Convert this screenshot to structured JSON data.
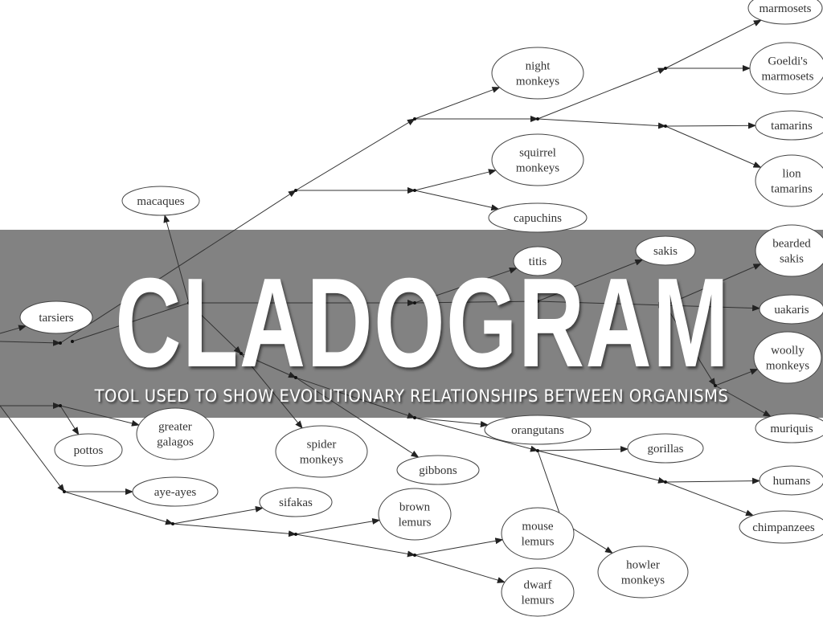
{
  "slide": {
    "title": "CLADOGRAM",
    "subtitle": "TOOL USED TO SHOW EVOLUTIONARY RELATIONSHIPS BETWEEN ORGANISMS"
  },
  "diagram": {
    "nodes": [
      [
        "marmosets"
      ],
      [
        "Goeldi's",
        "marmosets"
      ],
      [
        "tamarins"
      ],
      [
        "lion",
        "tamarins"
      ],
      [
        "night",
        "monkeys"
      ],
      [
        "squirrel",
        "monkeys"
      ],
      [
        "capuchins"
      ],
      [
        "titis"
      ],
      [
        "sakis"
      ],
      [
        "bearded",
        "sakis"
      ],
      [
        "uakaris"
      ],
      [
        "woolly",
        "monkeys"
      ],
      [
        "muriquis"
      ],
      [
        "humans"
      ],
      [
        "chimpanzees"
      ],
      [
        "gorillas"
      ],
      [
        "orangutans"
      ],
      [
        "gibbons"
      ],
      [
        "howler",
        "monkeys"
      ],
      [
        "spider",
        "monkeys"
      ],
      [
        "macaques"
      ],
      [
        "tarsiers"
      ],
      [
        "pottos"
      ],
      [
        "greater",
        "galagos"
      ],
      [
        "aye-ayes"
      ],
      [
        "sifakas"
      ],
      [
        "brown",
        "lemurs"
      ],
      [
        "mouse",
        "lemurs"
      ],
      [
        "dwarf",
        "lemurs"
      ]
    ]
  },
  "colors": {
    "banner": "#5f5f5f",
    "line": "#333333",
    "title": "#ffffff"
  }
}
